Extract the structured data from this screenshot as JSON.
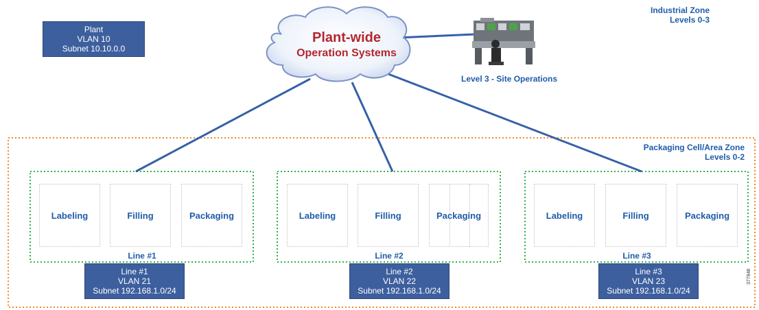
{
  "plant_box": {
    "line1": "Plant",
    "line2": "VLAN 10",
    "line3": "Subnet 10.10.0.0"
  },
  "cloud": {
    "title": "Plant-wide",
    "subtitle": "Operation Systems"
  },
  "site_ops_label": "Level 3 - Site Operations",
  "industrial_zone": {
    "line1": "Industrial Zone",
    "line2": "Levels 0-3"
  },
  "cell_zone": {
    "line1": "Packaging Cell/Area Zone",
    "line2": "Levels 0-2"
  },
  "lines": [
    {
      "cells": [
        "Labeling",
        "Filling",
        "Packaging"
      ],
      "label": "Line #1",
      "info": {
        "line1": "Line #1",
        "line2": "VLAN 21",
        "line3": "Subnet 192.168.1.0/24"
      }
    },
    {
      "cells": [
        "Labeling",
        "Filling",
        "Packaging"
      ],
      "label": "Line #2",
      "info": {
        "line1": "Line #2",
        "line2": "VLAN 22",
        "line3": "Subnet 192.168.1.0/24"
      }
    },
    {
      "cells": [
        "Labeling",
        "Filling",
        "Packaging"
      ],
      "label": "Line #3",
      "info": {
        "line1": "Line #3",
        "line2": "VLAN 23",
        "line3": "Subnet 192.168.1.0/24"
      }
    }
  ],
  "figure_id": "377946",
  "colors": {
    "blue_box": "#3d5f9e",
    "link": "#3560a8",
    "cloud_text": "#b3262f",
    "label_blue": "#1f5ca8",
    "cell_zone_border": "#f08a24",
    "line_zone_border": "#2eb24a"
  }
}
